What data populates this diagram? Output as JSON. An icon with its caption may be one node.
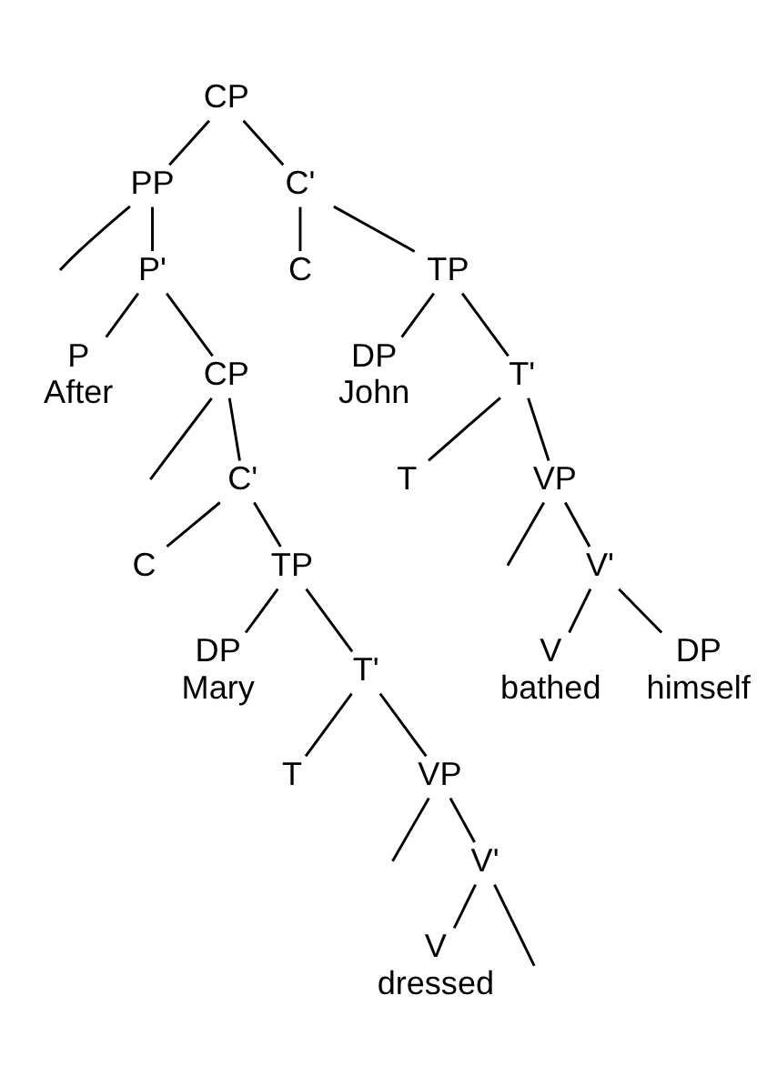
{
  "diagram": {
    "nodes": [
      {
        "text": [
          "CP"
        ]
      },
      {
        "text": [
          "PP"
        ]
      },
      {
        "text": [
          "P'"
        ]
      },
      {
        "text": [
          "P",
          "After"
        ]
      },
      {
        "text": [
          "CP"
        ]
      },
      {
        "text": [
          "C'"
        ]
      },
      {
        "text": [
          "C"
        ]
      },
      {
        "text": [
          "TP"
        ]
      },
      {
        "text": [
          "DP",
          "Mary"
        ]
      },
      {
        "text": [
          "T'"
        ]
      },
      {
        "text": [
          "T"
        ]
      },
      {
        "text": [
          "VP"
        ]
      },
      {
        "text": [
          "V'"
        ]
      },
      {
        "text": [
          "V",
          "dressed"
        ]
      },
      {
        "text": [
          "C'"
        ]
      },
      {
        "text": [
          "C"
        ]
      },
      {
        "text": [
          "TP"
        ]
      },
      {
        "text": [
          "DP",
          "John"
        ]
      },
      {
        "text": [
          "T'"
        ]
      },
      {
        "text": [
          "T"
        ]
      },
      {
        "text": [
          "VP"
        ]
      },
      {
        "text": [
          "V'"
        ]
      },
      {
        "text": [
          "V",
          "bathed"
        ]
      },
      {
        "text": [
          "DP",
          "himself"
        ]
      }
    ],
    "edges": [
      {
        "from": 0,
        "to": 1,
        "arrow": "none"
      },
      {
        "from": 0,
        "to": 14,
        "arrow": "none"
      },
      {
        "from": 1,
        "to": null,
        "arrow": "none"
      },
      {
        "from": 1,
        "to": 2,
        "arrow": "none"
      },
      {
        "from": 2,
        "to": 3,
        "arrow": "none"
      },
      {
        "from": 2,
        "to": 4,
        "arrow": "none"
      },
      {
        "from": 4,
        "to": null,
        "arrow": "none"
      },
      {
        "from": 4,
        "to": 5,
        "arrow": "none"
      },
      {
        "from": 5,
        "to": 6,
        "arrow": "none"
      },
      {
        "from": 5,
        "to": 7,
        "arrow": "none"
      },
      {
        "from": 7,
        "to": 8,
        "arrow": "none"
      },
      {
        "from": 7,
        "to": 9,
        "arrow": "none"
      },
      {
        "from": 9,
        "to": 10,
        "arrow": "none"
      },
      {
        "from": 9,
        "to": 11,
        "arrow": "none"
      },
      {
        "from": 11,
        "to": null,
        "arrow": "none"
      },
      {
        "from": 11,
        "to": 12,
        "arrow": "none"
      },
      {
        "from": 12,
        "to": 13,
        "arrow": "none"
      },
      {
        "from": 12,
        "to": null,
        "arrow": "none"
      },
      {
        "from": 14,
        "to": 15,
        "arrow": "none"
      },
      {
        "from": 14,
        "to": 16,
        "arrow": "none"
      },
      {
        "from": 16,
        "to": 17,
        "arrow": "none"
      },
      {
        "from": 16,
        "to": 18,
        "arrow": "none"
      },
      {
        "from": 18,
        "to": 19,
        "arrow": "none"
      },
      {
        "from": 18,
        "to": 20,
        "arrow": "none"
      },
      {
        "from": 20,
        "to": null,
        "arrow": "none"
      },
      {
        "from": 20,
        "to": 21,
        "arrow": "none"
      },
      {
        "from": 21,
        "to": 22,
        "arrow": "none"
      },
      {
        "from": 21,
        "to": 23,
        "arrow": "none"
      }
    ]
  }
}
